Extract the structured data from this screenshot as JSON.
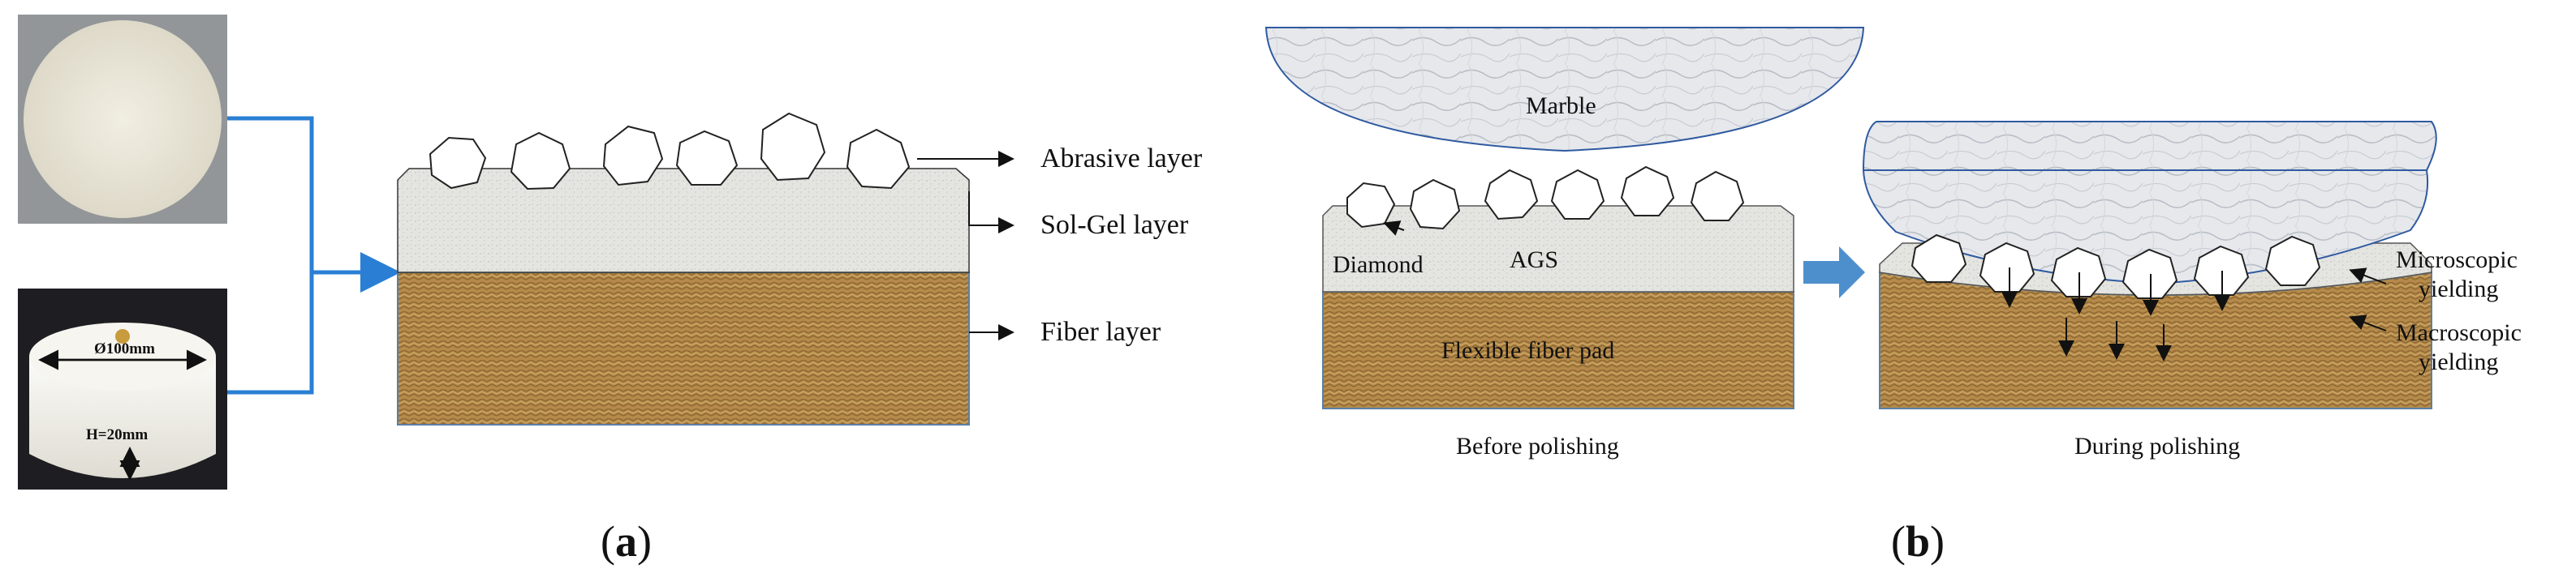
{
  "panel_a": {
    "photo_top": {
      "subject": "polishing-pad-face-photo"
    },
    "photo_bottom": {
      "subject": "polishing-pad-side-photo",
      "diameter_label": "Ø100mm",
      "height_label": "H=20mm"
    },
    "layers": {
      "abrasive": "Abrasive layer",
      "solgel": "Sol-Gel layer",
      "fiber": "Fiber layer"
    },
    "caption": {
      "open": "(",
      "letter": "a",
      "close": ")"
    }
  },
  "panel_b": {
    "workpiece_label": "Marble",
    "diamond_label": "Diamond",
    "ags_label": "AGS",
    "pad_label": "Flexible fiber pad",
    "before_caption": "Before polishing",
    "during_caption": "During  polishing",
    "micro_label_1": "Microscopic",
    "micro_label_2": "yielding",
    "macro_label_1": "Macroscopic",
    "macro_label_2": "yielding",
    "caption": {
      "open": "(",
      "letter": "b",
      "close": ")"
    }
  },
  "colors": {
    "connector": "#2a7fd4",
    "solgel": "#e2e2de",
    "fiber": "#b58a4a",
    "arrow_block": "#4d8fcc",
    "pad_white": "#f3f2ec"
  }
}
